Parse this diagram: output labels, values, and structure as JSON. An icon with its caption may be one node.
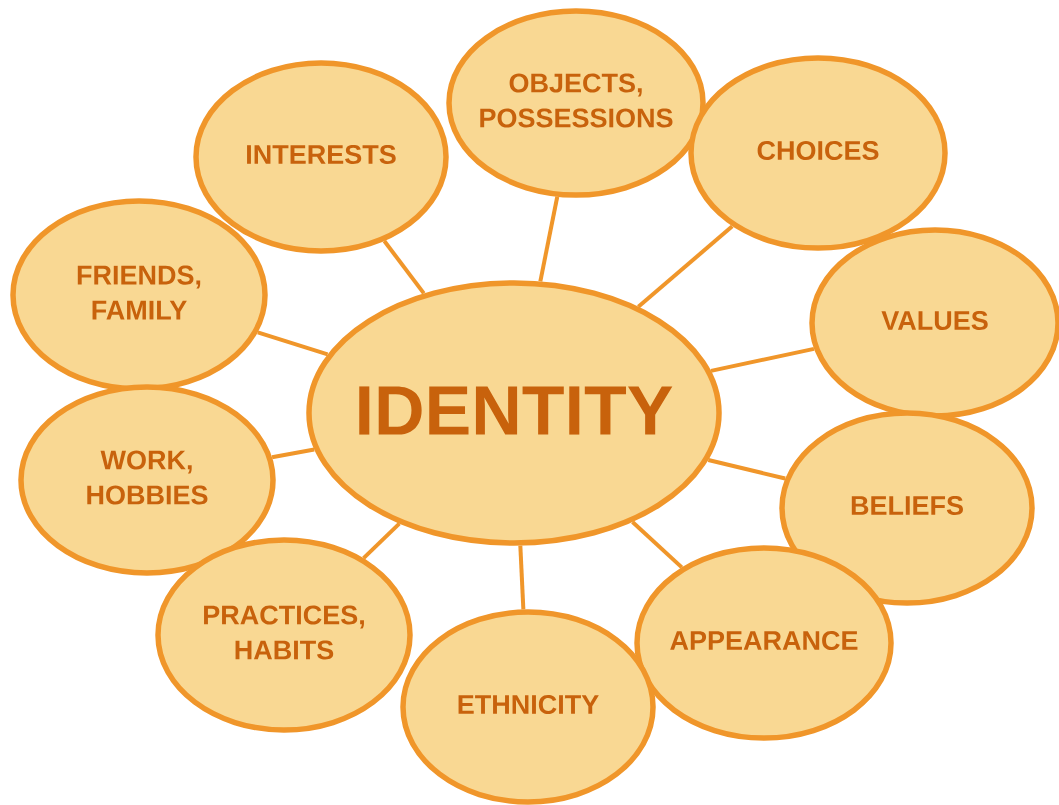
{
  "diagram": {
    "nodes": [
      {
        "text": [
          "IDENTITY"
        ]
      },
      {
        "text": [
          "INTERESTS"
        ]
      },
      {
        "text": [
          "OBJECTS, POSSESSIONS"
        ]
      },
      {
        "text": [
          "CHOICES"
        ]
      },
      {
        "text": [
          "FRIENDS, FAMILY"
        ]
      },
      {
        "text": [
          "VALUES"
        ]
      },
      {
        "text": [
          "WORK, HOBBIES"
        ]
      },
      {
        "text": [
          "BELIEFS"
        ]
      },
      {
        "text": [
          "PRACTICES, HABITS"
        ]
      },
      {
        "text": [
          "APPEARANCE"
        ]
      },
      {
        "text": [
          "ETHNICITY"
        ]
      }
    ],
    "edges": [
      {
        "from": 0,
        "to": 1,
        "arrow": "none"
      },
      {
        "from": 0,
        "to": 2,
        "arrow": "none"
      },
      {
        "from": 0,
        "to": 3,
        "arrow": "none"
      },
      {
        "from": 0,
        "to": 4,
        "arrow": "none"
      },
      {
        "from": 0,
        "to": 5,
        "arrow": "none"
      },
      {
        "from": 0,
        "to": 6,
        "arrow": "none"
      },
      {
        "from": 0,
        "to": 7,
        "arrow": "none"
      },
      {
        "from": 0,
        "to": 8,
        "arrow": "none"
      },
      {
        "from": 0,
        "to": 9,
        "arrow": "none"
      },
      {
        "from": 0,
        "to": 10,
        "arrow": "none"
      }
    ]
  }
}
